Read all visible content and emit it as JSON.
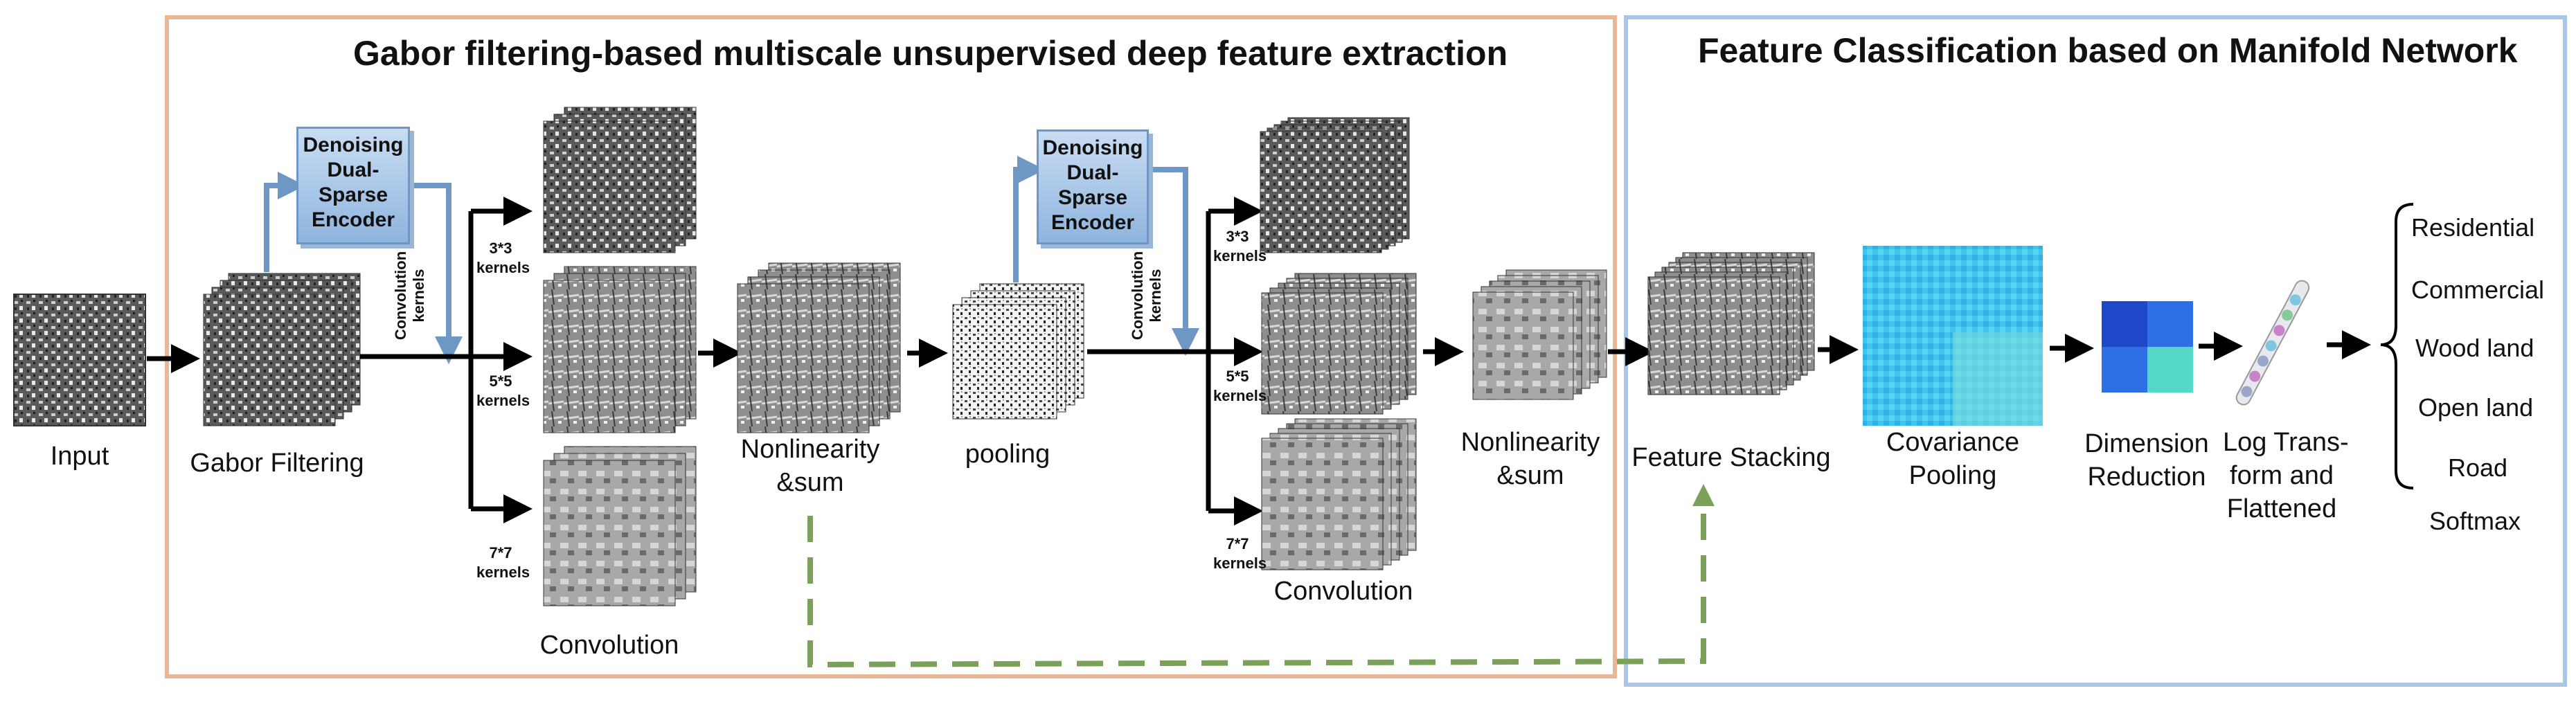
{
  "titles": {
    "left": "Gabor filtering-based multiscale unsupervised deep feature extraction",
    "right": "Feature Classification based on Manifold Network"
  },
  "labels": {
    "input": "Input",
    "gabor": "Gabor Filtering",
    "convolution1": "Convolution",
    "nonlin1_a": "Nonlinearity",
    "nonlin1_b": "&sum",
    "pooling": "pooling",
    "convolution2": "Convolution",
    "nonlin2_a": "Nonlinearity",
    "nonlin2_b": "&sum",
    "stacking": "Feature Stacking",
    "cov_a": "Covariance",
    "cov_b": "Pooling",
    "dim_a": "Dimension",
    "dim_b": "Reduction",
    "log_a": "Log Trans-",
    "log_b": "form and",
    "log_c": "Flattened",
    "softmax": "Softmax"
  },
  "encoder": {
    "line1": "Denoising",
    "line2": "Dual-",
    "line3": "Sparse",
    "line4": "Encoder"
  },
  "conv_kernels_label": {
    "line1": "Convolution",
    "line2": "kernels"
  },
  "kernels": {
    "k3_a": "3*3",
    "k3_b": "kernels",
    "k5_a": "5*5",
    "k5_b": "kernels",
    "k7_a": "7*7",
    "k7_b": "kernels"
  },
  "classes": [
    "Residential",
    "Commercial",
    "Wood land",
    "Open land",
    "Road"
  ],
  "colors": {
    "left_border": "#e8b896",
    "right_border": "#a9c6e6",
    "encoder_fill": "#9fc0e6",
    "skip_arrow": "#7aa05a",
    "blue_arrow": "#6f97c6",
    "covariance": "#3ec8e8"
  }
}
